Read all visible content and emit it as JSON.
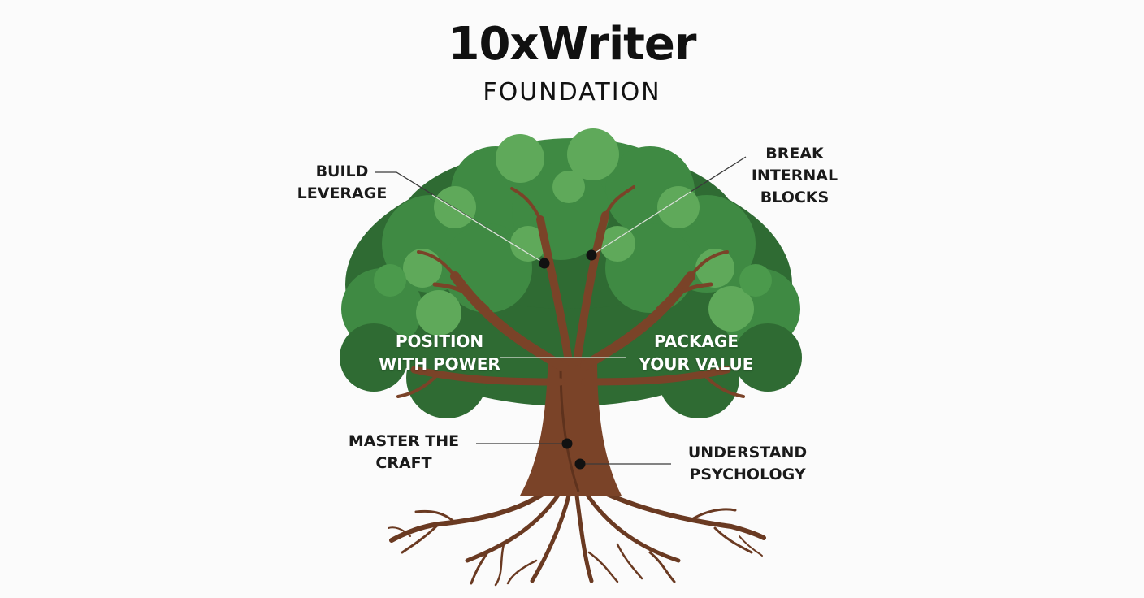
{
  "header": {
    "title": "10xWriter",
    "subtitle": "FOUNDATION"
  },
  "labels": {
    "build_leverage": [
      "BUILD",
      "LEVERAGE"
    ],
    "break_internal_blocks": [
      "BREAK",
      "INTERNAL",
      "BLOCKS"
    ],
    "position_with_power": [
      "POSITION",
      "WITH POWER"
    ],
    "package_your_value": [
      "PACKAGE",
      "YOUR VALUE"
    ],
    "master_the_craft": [
      "MASTER THE",
      "CRAFT"
    ],
    "understand_psychology": [
      "UNDERSTAND",
      "PSYCHOLOGY"
    ]
  },
  "colors": {
    "background": "#fbfbfb",
    "foliage_dark": "#2f6b33",
    "foliage_mid": "#3f8a43",
    "foliage_light": "#5fa95a",
    "trunk": "#7a4328",
    "trunk_dark": "#5e321d",
    "text_dark": "#1a1a1a",
    "text_light": "#ffffff",
    "marker": "#111111"
  },
  "icons": {
    "tree": "tree-illustration"
  }
}
